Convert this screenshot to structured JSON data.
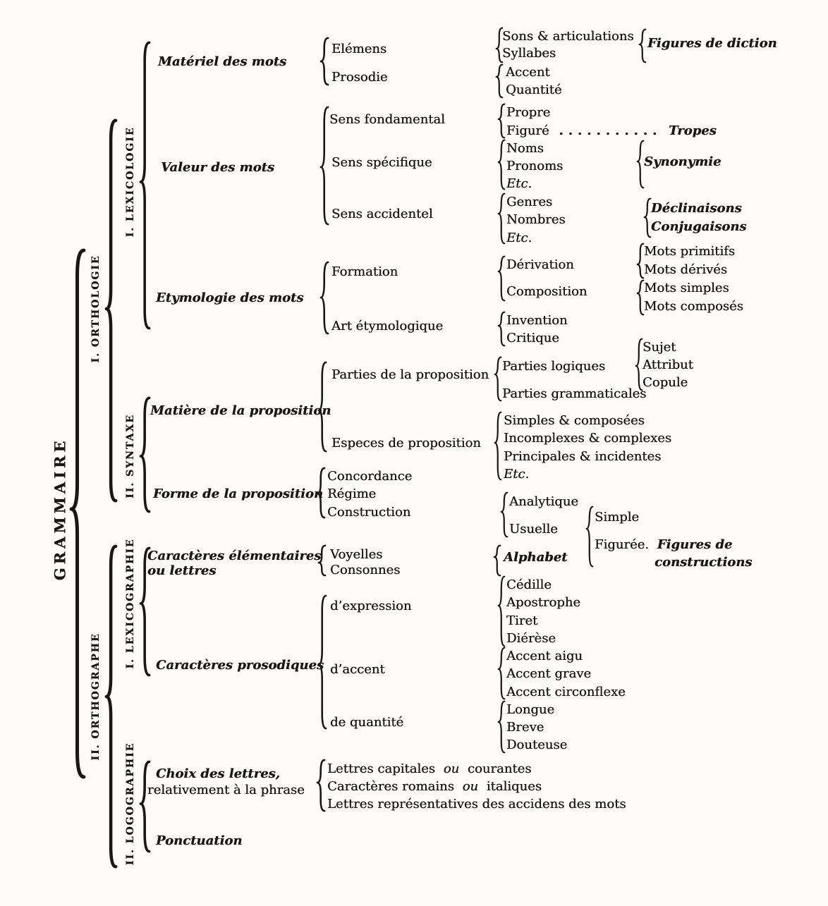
{
  "root": "GRAMMAIRE",
  "level1": {
    "orthologie": "I. ORTHOLOGIE",
    "orthographe": "II. ORTHOGRAPHE"
  },
  "level2": {
    "lexicologie": "I. LEXICOLOGIE",
    "syntaxe": "II. SYNTAXE",
    "lexicographie": "I. LEXICOGRAPHIE",
    "logographie": "II. LOGOGRAPHIE"
  },
  "headers": {
    "materiel": "Matériel des mots",
    "valeur": "Valeur des mots",
    "etymologie": "Etymologie des mots",
    "matiere": "Matière de la proposition",
    "forme": "Forme de la proposition",
    "car_elem_1": "Caractères élémentaires",
    "car_elem_2": "ou lettres",
    "car_pros": "Caractères prosodiques",
    "choix_1": "Choix des lettres,",
    "choix_2": "relativement à la phrase",
    "ponctuation": "Ponctuation"
  },
  "items": {
    "elemens": "Elémens",
    "prosodie": "Prosodie",
    "sens_fondamental": "Sens fondamental",
    "sens_specifique": "Sens spécifique",
    "sens_accidentel": "Sens accidentel",
    "formation": "Formation",
    "art_etymologique": "Art étymologique",
    "parties_proposition": "Parties de la proposition",
    "especes_proposition": "Especes de proposition",
    "concordance": "Concordance",
    "regime": "Régime",
    "construction": "Construction",
    "voyelles": "Voyelles",
    "consonnes": "Consonnes",
    "expression": "d’expression",
    "accent": "d’accent",
    "quantite": "de quantité",
    "lettres_cap_1": "Lettres capitales",
    "lettres_cap_ou": "ou",
    "lettres_cap_2": "courantes",
    "car_rom_1": "Caractères romains",
    "car_rom_ou": "ou",
    "car_rom_2": "italiques",
    "lettres_repr": "Lettres représentatives des accidens des mots"
  },
  "leaves": {
    "sons": "Sons & articulations",
    "syllabes": "Syllabes",
    "accent": "Accent",
    "quantite": "Quantité",
    "propre": "Propre",
    "figure": "Figuré",
    "dots": "...........",
    "noms": "Noms",
    "pronoms": "Pronoms",
    "etc1": "Etc.",
    "genres": "Genres",
    "nombres": "Nombres",
    "etc2": "Etc.",
    "derivation": "Dérivation",
    "composition": "Composition",
    "invention": "Invention",
    "critique": "Critique",
    "parties_logiques": "Parties logiques",
    "parties_grammaticales": "Parties grammaticales",
    "simples": "Simples & composées",
    "incomplexes": "Incomplexes & complexes",
    "principales": "Principales & incidentes",
    "etc3": "Etc.",
    "analytique": "Analytique",
    "usuelle": "Usuelle",
    "alphabet": "Alphabet",
    "cedille": "Cédille",
    "apostrophe": "Apostrophe",
    "tiret": "Tiret",
    "dierese": "Diérèse",
    "accent_aigu": "Accent aigu",
    "accent_grave": "Accent grave",
    "accent_circonflexe": "Accent circonflexe",
    "longue": "Longue",
    "breve": "Breve",
    "douteuse": "Douteuse"
  },
  "annotations": {
    "figures_diction": "Figures de diction",
    "tropes": "Tropes",
    "synonymie": "Synonymie",
    "declinaisons": "Déclinaisons",
    "conjugaisons": "Conjugaisons",
    "mots_primitifs": "Mots primitifs",
    "mots_derives": "Mots dérivés",
    "mots_simples": "Mots simples",
    "mots_composes": "Mots composés",
    "sujet": "Sujet",
    "attribut": "Attribut",
    "copule": "Copule",
    "simple": "Simple",
    "figuree": "Figurée.",
    "figures_constructions_1": "Figures de",
    "figures_constructions_2": "constructions"
  }
}
